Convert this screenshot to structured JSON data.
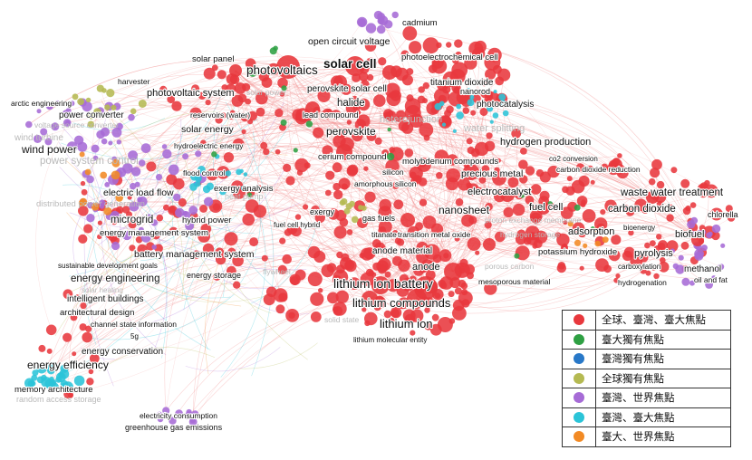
{
  "colors": {
    "global_taiwan_ntu": "#e8383d",
    "ntu_only": "#2ea043",
    "taiwan_only": "#2878c8",
    "global_only": "#b5ba52",
    "taiwan_world": "#a66bd6",
    "taiwan_ntu": "#2bc4d8",
    "ntu_world": "#f28a24",
    "edge": "#f08585"
  },
  "legend": [
    {
      "label": "全球、臺灣、臺大焦點",
      "color_key": "global_taiwan_ntu"
    },
    {
      "label": "臺大獨有焦點",
      "color_key": "ntu_only"
    },
    {
      "label": "臺灣獨有焦點",
      "color_key": "taiwan_only"
    },
    {
      "label": "全球獨有焦點",
      "color_key": "global_only"
    },
    {
      "label": "臺灣、世界焦點",
      "color_key": "taiwan_world"
    },
    {
      "label": "臺灣、臺大焦點",
      "color_key": "taiwan_ntu"
    },
    {
      "label": "臺大、世界焦點",
      "color_key": "ntu_world"
    }
  ],
  "labels": [
    {
      "text": "cadmium"
    },
    {
      "text": "open circuit voltage"
    },
    {
      "text": "photoelectrochemical cell"
    },
    {
      "text": "solar cell"
    },
    {
      "text": "photovoltaics"
    },
    {
      "text": "solar panel"
    },
    {
      "text": "harvester"
    },
    {
      "text": "photovoltaic system"
    },
    {
      "text": "solar power"
    },
    {
      "text": "perovskite solar cell"
    },
    {
      "text": "titanium dioxide"
    },
    {
      "text": "nanorod"
    },
    {
      "text": "halide"
    },
    {
      "text": "lead compound"
    },
    {
      "text": "heterojunction"
    },
    {
      "text": "photocatalysis"
    },
    {
      "text": "water splitting"
    },
    {
      "text": "arctic engineering"
    },
    {
      "text": "power converter"
    },
    {
      "text": "voltage source converter"
    },
    {
      "text": "reservoirs (water)"
    },
    {
      "text": "solar energy"
    },
    {
      "text": "perovskite"
    },
    {
      "text": "hydrogen production"
    },
    {
      "text": "wind turbine"
    },
    {
      "text": "wind power"
    },
    {
      "text": "hydroelectric energy"
    },
    {
      "text": "cerium compound"
    },
    {
      "text": "molybdenum compounds"
    },
    {
      "text": "co2 conversion"
    },
    {
      "text": "power system control"
    },
    {
      "text": "flood control"
    },
    {
      "text": "silicon"
    },
    {
      "text": "precious metal"
    },
    {
      "text": "carbon dioxide reduction"
    },
    {
      "text": "amorphous silicon"
    },
    {
      "text": "exergy analysis"
    },
    {
      "text": "heat pump"
    },
    {
      "text": "electric load flow"
    },
    {
      "text": "electrocatalyst"
    },
    {
      "text": "waste water treatment"
    },
    {
      "text": "distributed power generation"
    },
    {
      "text": "exergy"
    },
    {
      "text": "nanosheet"
    },
    {
      "text": "fuel cell"
    },
    {
      "text": "carbon dioxide"
    },
    {
      "text": "chlorella"
    },
    {
      "text": "gas fuels"
    },
    {
      "text": "microgrid"
    },
    {
      "text": "hybrid power"
    },
    {
      "text": "fuel cell hybrid"
    },
    {
      "text": "proton exchange membrane"
    },
    {
      "text": "bioenergy"
    },
    {
      "text": "energy management system"
    },
    {
      "text": "adsorption"
    },
    {
      "text": "titanate"
    },
    {
      "text": "transition metal oxide"
    },
    {
      "text": "hydrogen storage"
    },
    {
      "text": "biofuel"
    },
    {
      "text": "anode material"
    },
    {
      "text": "potassium hydroxide"
    },
    {
      "text": "battery management system"
    },
    {
      "text": "pyrolysis"
    },
    {
      "text": "sustainable development goals"
    },
    {
      "text": "anode"
    },
    {
      "text": "porous carbon"
    },
    {
      "text": "carboxylation"
    },
    {
      "text": "methanol"
    },
    {
      "text": "energy storage"
    },
    {
      "text": "flywheel"
    },
    {
      "text": "energy engineering"
    },
    {
      "text": "oil and fat"
    },
    {
      "text": "solar heating"
    },
    {
      "text": "mesoporous material"
    },
    {
      "text": "lithium ion battery"
    },
    {
      "text": "hydrogenation"
    },
    {
      "text": "intelligent buildings"
    },
    {
      "text": "lithium compounds"
    },
    {
      "text": "architectural design"
    },
    {
      "text": "solid state"
    },
    {
      "text": "lithium ion"
    },
    {
      "text": "channel state information"
    },
    {
      "text": "5g"
    },
    {
      "text": "lithium molecular entity"
    },
    {
      "text": "energy conservation"
    },
    {
      "text": "energy efficiency"
    },
    {
      "text": "memory architecture"
    },
    {
      "text": "random access storage"
    },
    {
      "text": "electricity consumption"
    },
    {
      "text": "greenhouse gas emissions"
    }
  ]
}
